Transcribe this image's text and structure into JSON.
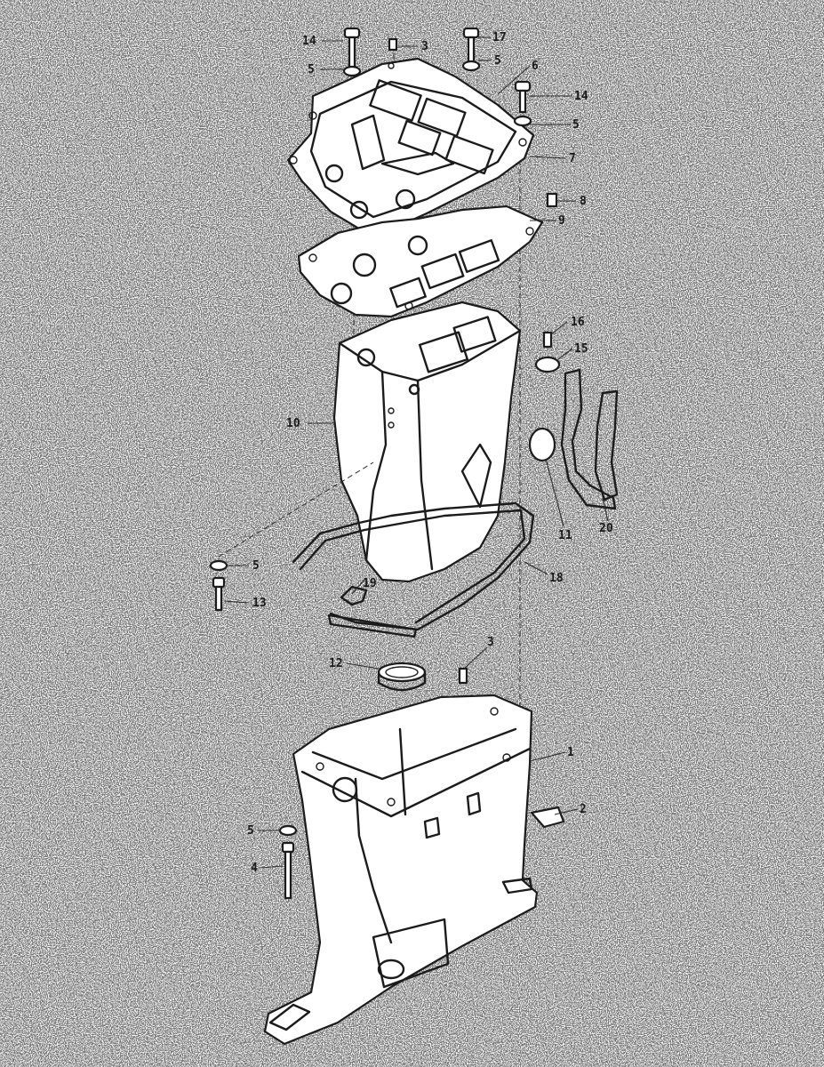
{
  "diagram": {
    "callouts": [
      {
        "id": "c14a",
        "text": "14"
      },
      {
        "id": "c3a",
        "text": "3"
      },
      {
        "id": "c17",
        "text": "17"
      },
      {
        "id": "c5a",
        "text": "5"
      },
      {
        "id": "c5b",
        "text": "5"
      },
      {
        "id": "c6",
        "text": "6"
      },
      {
        "id": "c14b",
        "text": "14"
      },
      {
        "id": "c5c",
        "text": "5"
      },
      {
        "id": "c7",
        "text": "7"
      },
      {
        "id": "c8",
        "text": "8"
      },
      {
        "id": "c9",
        "text": "9"
      },
      {
        "id": "c16",
        "text": "16"
      },
      {
        "id": "c15",
        "text": "15"
      },
      {
        "id": "c10",
        "text": "10"
      },
      {
        "id": "c11",
        "text": "11"
      },
      {
        "id": "c20",
        "text": "20"
      },
      {
        "id": "c5d",
        "text": "5"
      },
      {
        "id": "c19",
        "text": "19"
      },
      {
        "id": "c18",
        "text": "18"
      },
      {
        "id": "c13",
        "text": "13"
      },
      {
        "id": "c12",
        "text": "12"
      },
      {
        "id": "c3b",
        "text": "3"
      },
      {
        "id": "c1",
        "text": "1"
      },
      {
        "id": "c2",
        "text": "2"
      },
      {
        "id": "c5e",
        "text": "5"
      },
      {
        "id": "c4",
        "text": "4"
      }
    ]
  }
}
